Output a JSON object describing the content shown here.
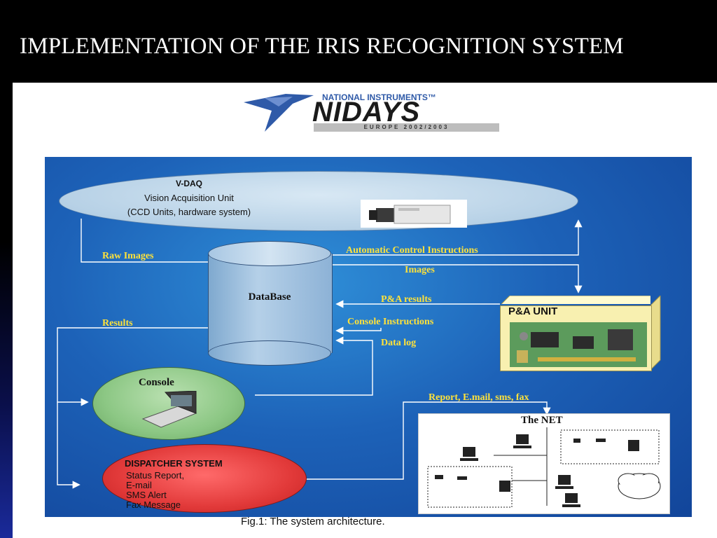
{
  "slide": {
    "title": "IMPLEMENTATION OF THE IRIS RECOGNITION SYSTEM"
  },
  "logo": {
    "brand": "NATIONAL INSTRUMENTS™",
    "name": "NIDAYS",
    "band": "EUROPE 2002/2003"
  },
  "diagram": {
    "vdaq": {
      "title": "V-DAQ",
      "subtitle": "Vision Acquisition Unit",
      "detail": "(CCD Units, hardware  system)"
    },
    "database": {
      "label": "DataBase"
    },
    "pa_unit": {
      "label": "P&A UNIT"
    },
    "console": {
      "label": "Console"
    },
    "dispatcher": {
      "title": "DISPATCHER SYSTEM",
      "lines": [
        "Status Report,",
        "E-mail",
        "SMS Alert",
        "Fax Message"
      ]
    },
    "net": {
      "title": "The NET"
    },
    "flows": {
      "raw_images": "Raw Images",
      "automatic_control": "Automatic Control Instructions",
      "images": "Images",
      "pa_results": "P&A results",
      "results": "Results",
      "console_instructions": "Console Instructions",
      "data_log": "Data log",
      "report": "Report, E.mail, sms, fax"
    }
  },
  "caption": "Fig.1: The system architecture.",
  "colors": {
    "diagram_bg": "#1d62b8",
    "flow_label": "#ffe23a",
    "wire": "#ffffff",
    "dispatcher": "#e23a3a",
    "console": "#8cc784",
    "pa_unit": "#f8f0b0"
  }
}
